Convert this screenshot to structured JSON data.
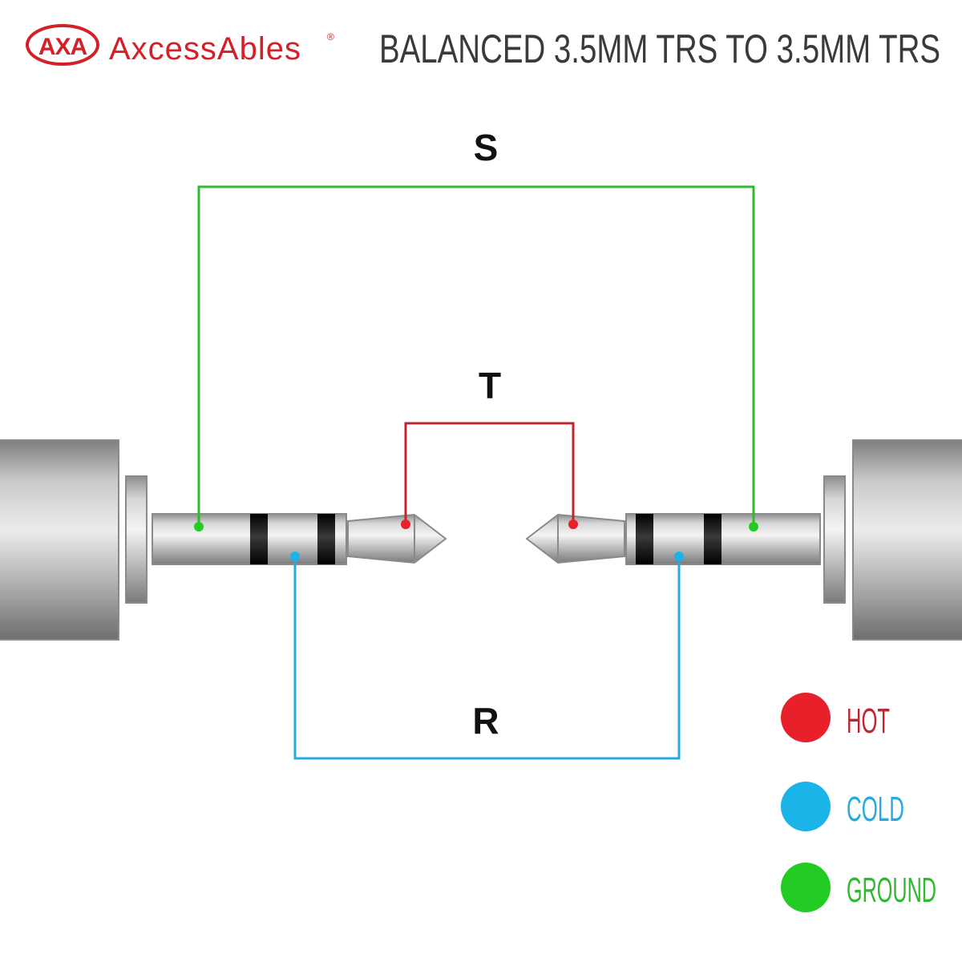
{
  "header": {
    "brand_mark": "AXA",
    "brand_name": "AxcessAbles",
    "registered": "®",
    "title": "BALANCED 3.5MM TRS TO 3.5MM TRS"
  },
  "wiring": {
    "sleeve_label": "S",
    "tip_label": "T",
    "ring_label": "R"
  },
  "legend": [
    {
      "label": "HOT",
      "color": "#e8202a"
    },
    {
      "label": "COLD",
      "color": "#1bb4e8"
    },
    {
      "label": "GROUND",
      "color": "#22cc22"
    }
  ],
  "colors": {
    "brand": "#d61f26",
    "title": "#3a3a3a",
    "hot_wire": "#c0242f",
    "cold_wire": "#27a9e1",
    "ground_wire": "#2dbb2d"
  }
}
